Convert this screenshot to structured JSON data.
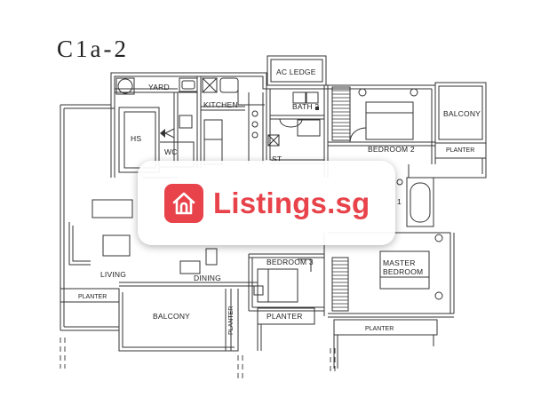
{
  "unit_type": "C1a-2",
  "rooms": {
    "yard": "YARD",
    "kitchen": "KITCHEN",
    "hs": "HS",
    "wc": "WC",
    "ac_ledge": "AC LEDGE",
    "bath2": "BATH 2",
    "bedroom2": "BEDROOM 2",
    "balcony_right": "BALCONY",
    "planter_right_top": "PLANTER",
    "store": "ST",
    "bath1_partial": "1",
    "living": "LIVING",
    "dining": "DINING",
    "bedroom3": "BEDROOM 3",
    "master_bedroom_line1": "MASTER",
    "master_bedroom_line2": "BEDROOM",
    "planter_left": "PLANTER",
    "balcony_bottom": "BALCONY",
    "planter_vertical": "PLANTER",
    "planter_center_bottom": "PLANTER",
    "planter_bottom_right": "PLANTER"
  },
  "watermark": {
    "brand": "Listings.sg",
    "brand_color": "#e8424a",
    "icon": "house-icon"
  }
}
